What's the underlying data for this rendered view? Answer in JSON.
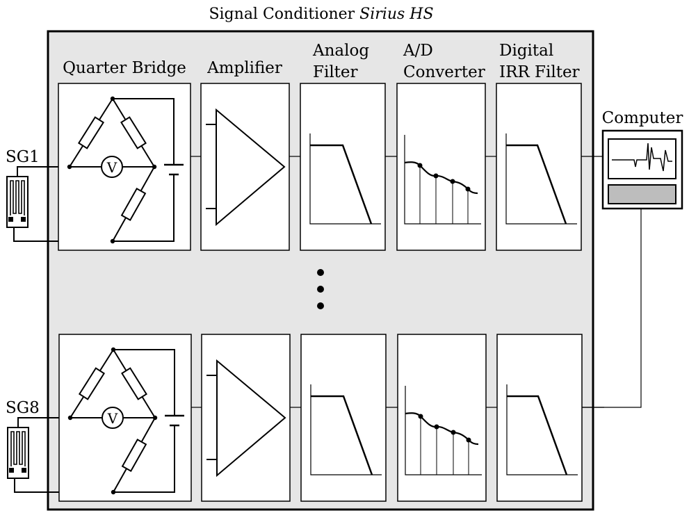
{
  "title": {
    "main": "Signal Conditioner ",
    "italic": "Sirius HS"
  },
  "sensors": [
    "SG1",
    "SG8"
  ],
  "stages": [
    {
      "line1": "Quarter Bridge",
      "line2": ""
    },
    {
      "line1": "Amplifier",
      "line2": ""
    },
    {
      "line1": "Analog",
      "line2": "Filter"
    },
    {
      "line1": "A/D",
      "line2": "Converter"
    },
    {
      "line1": "Digital",
      "line2": "IRR Filter"
    }
  ],
  "voltmeter_symbol": "V",
  "computer_label": "Computer",
  "colors": {
    "panel": "#e6e6e6",
    "block": "#ffffff",
    "stroke": "#000000",
    "computer_keyboard": "#bdbdbd"
  },
  "icons": [
    "strain-gauge-icon",
    "voltmeter-icon",
    "battery-icon",
    "amplifier-triangle-icon",
    "lowpass-response-icon",
    "sampled-signal-icon",
    "waveform-icon",
    "ellipsis-dots-icon"
  ]
}
